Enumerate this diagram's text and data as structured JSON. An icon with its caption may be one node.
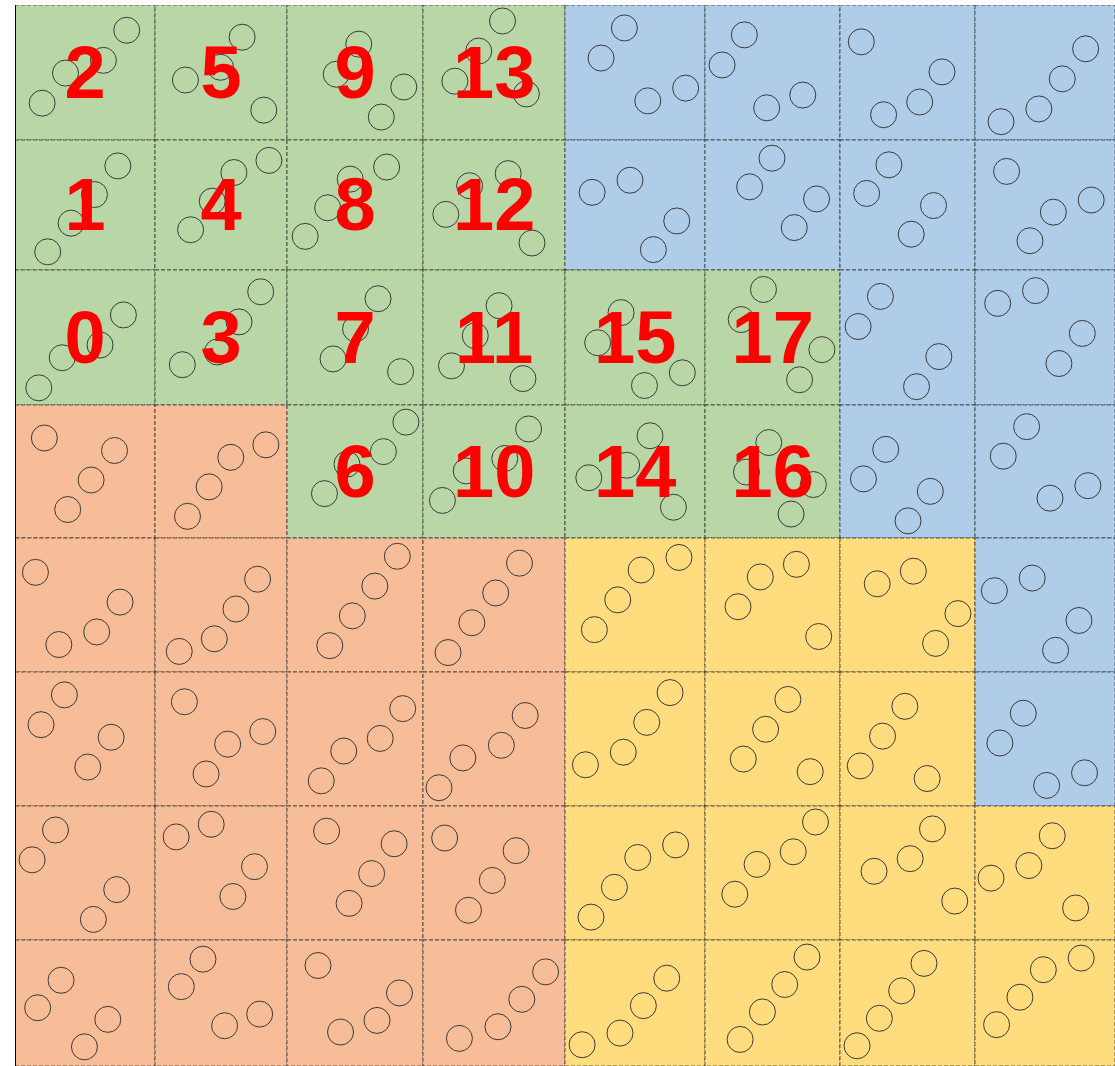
{
  "diagram": {
    "labels": [
      "2",
      "5",
      "9",
      "13",
      "1",
      "4",
      "8",
      "12",
      "0",
      "3",
      "7",
      "11",
      "15",
      "17",
      "6",
      "10",
      "14",
      "16"
    ]
  }
}
